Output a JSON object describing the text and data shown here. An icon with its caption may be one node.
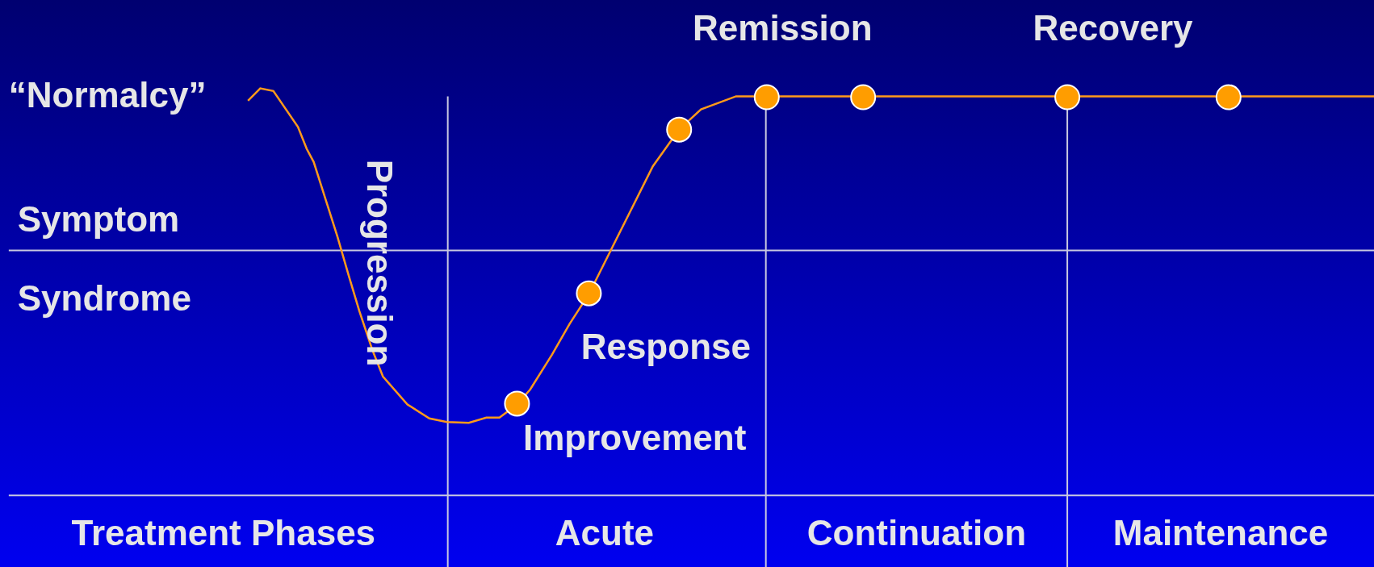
{
  "diagram": {
    "labels": [
      "“Normalcy”",
      "Remission",
      "Recovery",
      "Progression",
      "Symptom",
      "Syndrome",
      "Response",
      "Improvement",
      "Treatment Phases",
      "Acute",
      "Continuation",
      "Maintenance"
    ]
  }
}
